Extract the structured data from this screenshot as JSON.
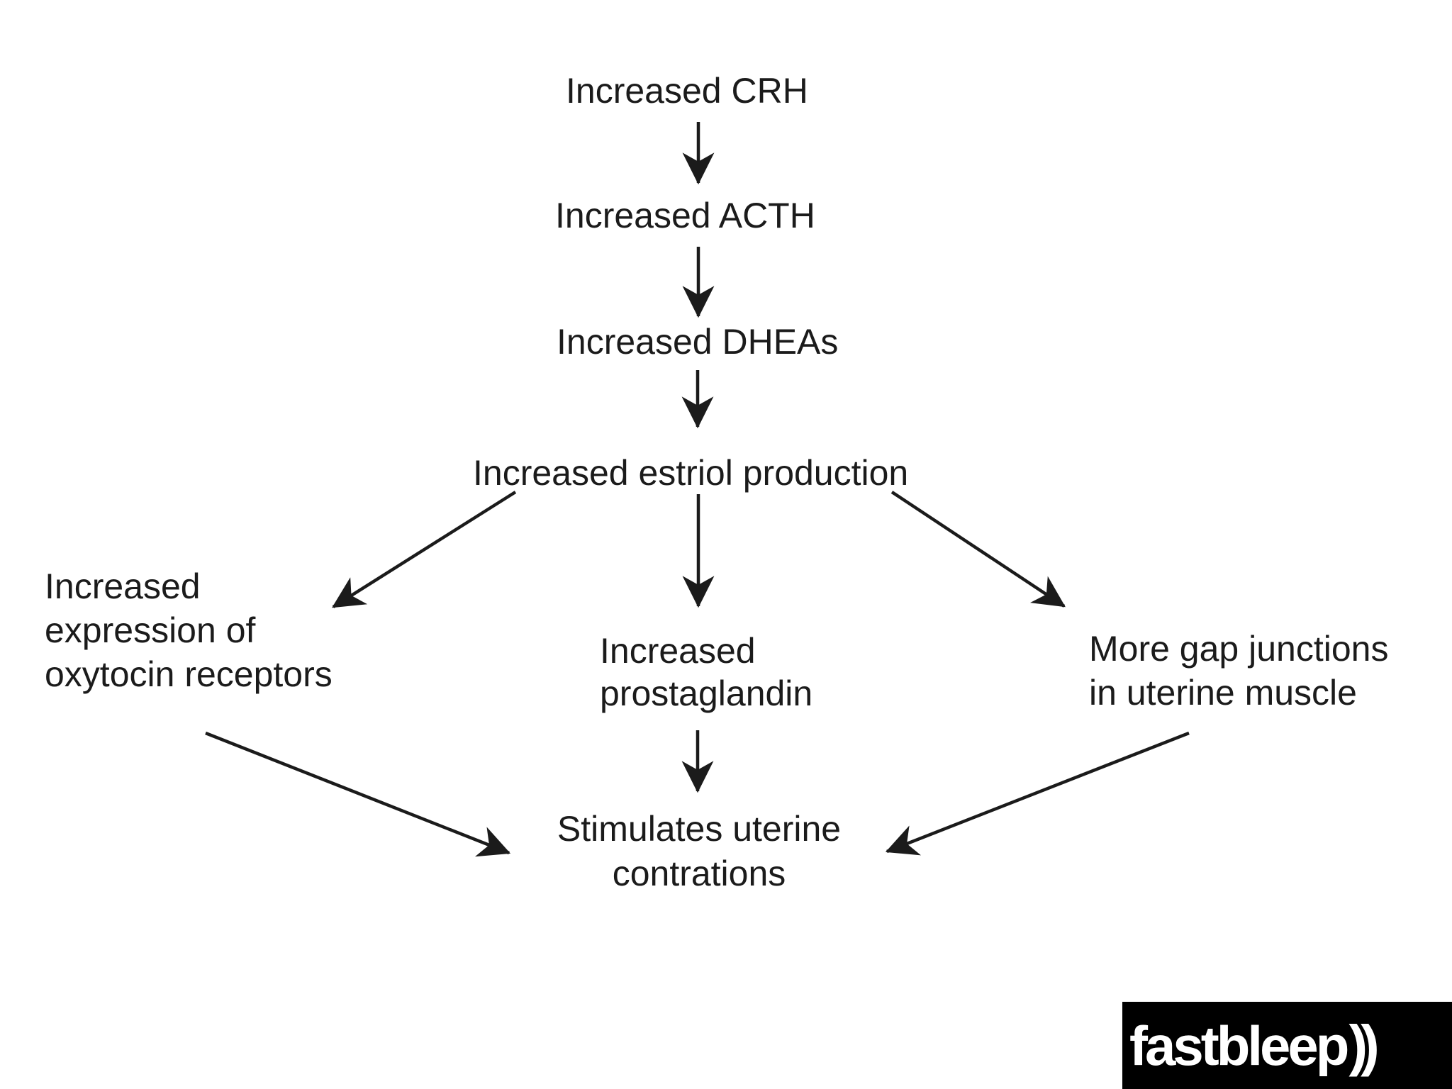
{
  "colors": {
    "background": "#ffffff",
    "ink": "#1b1b1b",
    "logo_bg": "#000000",
    "logo_fg": "#ffffff"
  },
  "nodes": {
    "crh": {
      "label": "Increased CRH"
    },
    "acth": {
      "label": "Increased ACTH"
    },
    "dheas": {
      "label": "Increased DHEAs"
    },
    "estriol": {
      "label": "Increased estriol production"
    },
    "oxytocin_receptors": {
      "lines": [
        "Increased",
        "expression of",
        "oxytocin receptors"
      ]
    },
    "prostaglandin": {
      "lines": [
        "Increased",
        "prostaglandin"
      ]
    },
    "gap_junctions": {
      "lines": [
        "More gap junctions",
        "in uterine muscle"
      ]
    },
    "uterine_contractions": {
      "lines": [
        "Stimulates uterine",
        "contrations"
      ]
    }
  },
  "edges": [
    {
      "from": "crh",
      "to": "acth"
    },
    {
      "from": "acth",
      "to": "dheas"
    },
    {
      "from": "dheas",
      "to": "estriol"
    },
    {
      "from": "estriol",
      "to": "oxytocin_receptors"
    },
    {
      "from": "estriol",
      "to": "prostaglandin"
    },
    {
      "from": "estriol",
      "to": "gap_junctions"
    },
    {
      "from": "oxytocin_receptors",
      "to": "uterine_contractions"
    },
    {
      "from": "prostaglandin",
      "to": "uterine_contractions"
    },
    {
      "from": "gap_junctions",
      "to": "uterine_contractions"
    }
  ],
  "logo": {
    "text": "fastbleep",
    "waves": "))"
  }
}
